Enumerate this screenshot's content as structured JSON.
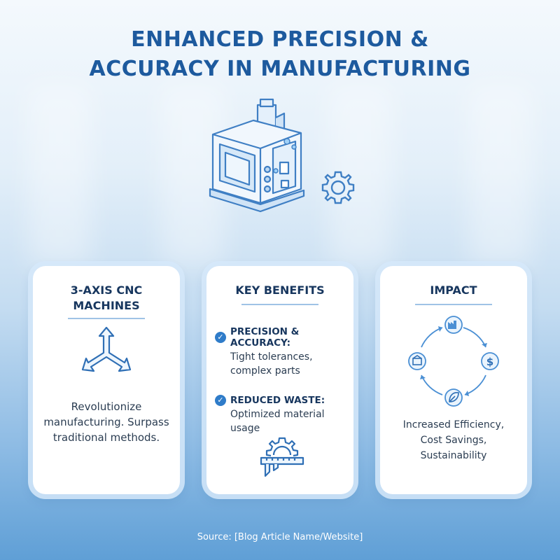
{
  "title": {
    "line1": "ENHANCED PRECISION &",
    "line2": "ACCURACY IN MANUFACTURING"
  },
  "icons": {
    "hero": "cnc-machine-icon",
    "gear": "gear-icon",
    "arrows": "three-axis-arrows-icon",
    "check": "check-icon",
    "caliper": "caliper-gear-icon",
    "factory": "factory-icon",
    "dollar": "dollar-icon",
    "leaf": "leaf-icon",
    "box": "inventory-icon"
  },
  "cards": {
    "cnc": {
      "heading_line1": "3-AXIS CNC",
      "heading_line2": "MACHINES",
      "text_line1": "Revolutionize",
      "text_line2": "manufacturing. Surpass",
      "text_line3": "traditional methods."
    },
    "benefits": {
      "heading": "KEY BENEFITS",
      "items": [
        {
          "title": "PRECISION & ACCURACY:",
          "desc_line1": "Tight tolerances,",
          "desc_line2": "complex parts"
        },
        {
          "title": "REDUCED WASTE:",
          "desc_line1": "Optimized material usage"
        }
      ]
    },
    "impact": {
      "heading": "IMPACT",
      "text_line1": "Increased Efficiency,",
      "text_line2": "Cost Savings,",
      "text_line3": "Sustainability"
    }
  },
  "source": "Source: [Blog Article Name/Website]",
  "colors": {
    "title": "#1d5a9e",
    "accent": "#2f7cc9",
    "card_bg": "#ffffff",
    "heading": "#17365e"
  }
}
